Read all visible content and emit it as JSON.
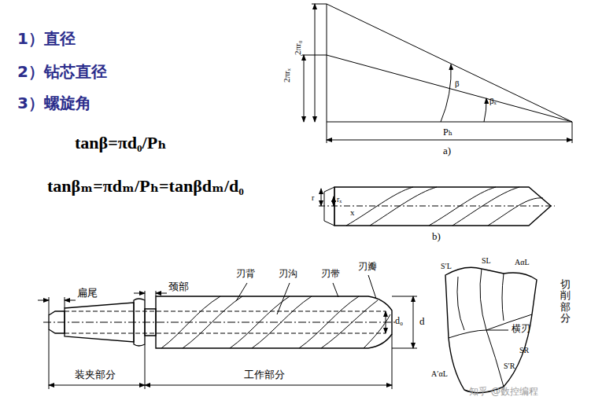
{
  "diagram": {
    "labels": [
      "1）直径",
      "2）钻芯直径",
      "3）螺旋角",
      "tanβ=πd₀/Pₕ",
      "tanβₘ=πdₘ/Pₕ=tanβdₘ/d₀",
      "2πr₀",
      "2πrₓ",
      "β",
      "βₓ",
      "Pₕ",
      "a)",
      "r",
      "rₓ",
      "x",
      "b)",
      "扁尾",
      "颈部",
      "刃背",
      "刃沟",
      "刃带",
      "刃瓣",
      "d₀",
      "d",
      "装夹部分",
      "工作部分",
      "S′L",
      "SL",
      "AαL",
      "切削部分",
      "横刃",
      "SR",
      "S′R",
      "A′αL",
      "知乎 @数控编程"
    ]
  }
}
